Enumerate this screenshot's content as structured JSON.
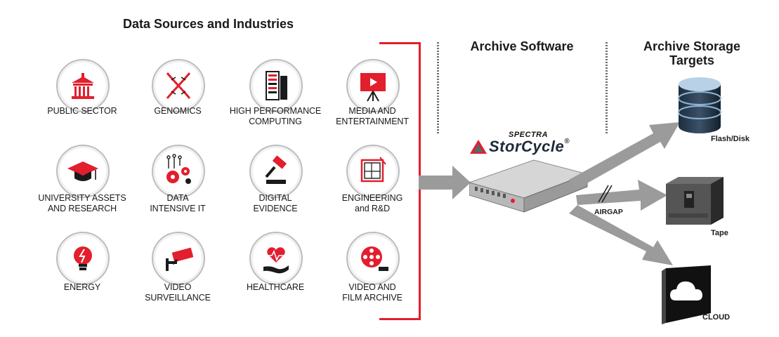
{
  "headings": {
    "sources": "Data Sources and Industries",
    "software": "Archive Software",
    "targets_line1": "Archive Storage",
    "targets_line2": "Targets"
  },
  "industries": [
    {
      "icon": "government-building-icon",
      "lines": [
        "PUBLIC SECTOR"
      ]
    },
    {
      "icon": "dna-helix-icon",
      "lines": [
        "GENOMICS"
      ]
    },
    {
      "icon": "server-rack-icon",
      "lines": [
        "HIGH PERFORMANCE",
        "COMPUTING"
      ]
    },
    {
      "icon": "presentation-screen-icon",
      "lines": [
        "MEDIA AND",
        "ENTERTAINMENT"
      ]
    },
    {
      "icon": "graduation-cap-icon",
      "lines": [
        "UNIVERSITY ASSETS",
        "AND RESEARCH"
      ]
    },
    {
      "icon": "gears-network-icon",
      "lines": [
        "DATA",
        "INTENSIVE IT"
      ]
    },
    {
      "icon": "gavel-icon",
      "lines": [
        "DIGITAL",
        "EVIDENCE"
      ]
    },
    {
      "icon": "blueprint-icon",
      "lines": [
        "ENGINEERING",
        "and R&D"
      ]
    },
    {
      "icon": "lightbulb-icon",
      "lines": [
        "ENERGY"
      ]
    },
    {
      "icon": "security-camera-icon",
      "lines": [
        "VIDEO",
        "SURVEILLANCE"
      ]
    },
    {
      "icon": "heart-hand-icon",
      "lines": [
        "HEALTHCARE"
      ]
    },
    {
      "icon": "film-reel-icon",
      "lines": [
        "VIDEO AND",
        "FILM ARCHIVE"
      ]
    }
  ],
  "logo": {
    "brand": "SPECTRA",
    "product": "StorCycle",
    "trademark": "®"
  },
  "targets": {
    "flash": "Flash/Disk",
    "tape": "Tape",
    "cloud": "CLOUD",
    "airgap": "AIRGAP"
  },
  "colors": {
    "accent_red": "#e31e2d",
    "arrow_gray": "#9b9b9b",
    "text_dark": "#1a1a1a"
  }
}
